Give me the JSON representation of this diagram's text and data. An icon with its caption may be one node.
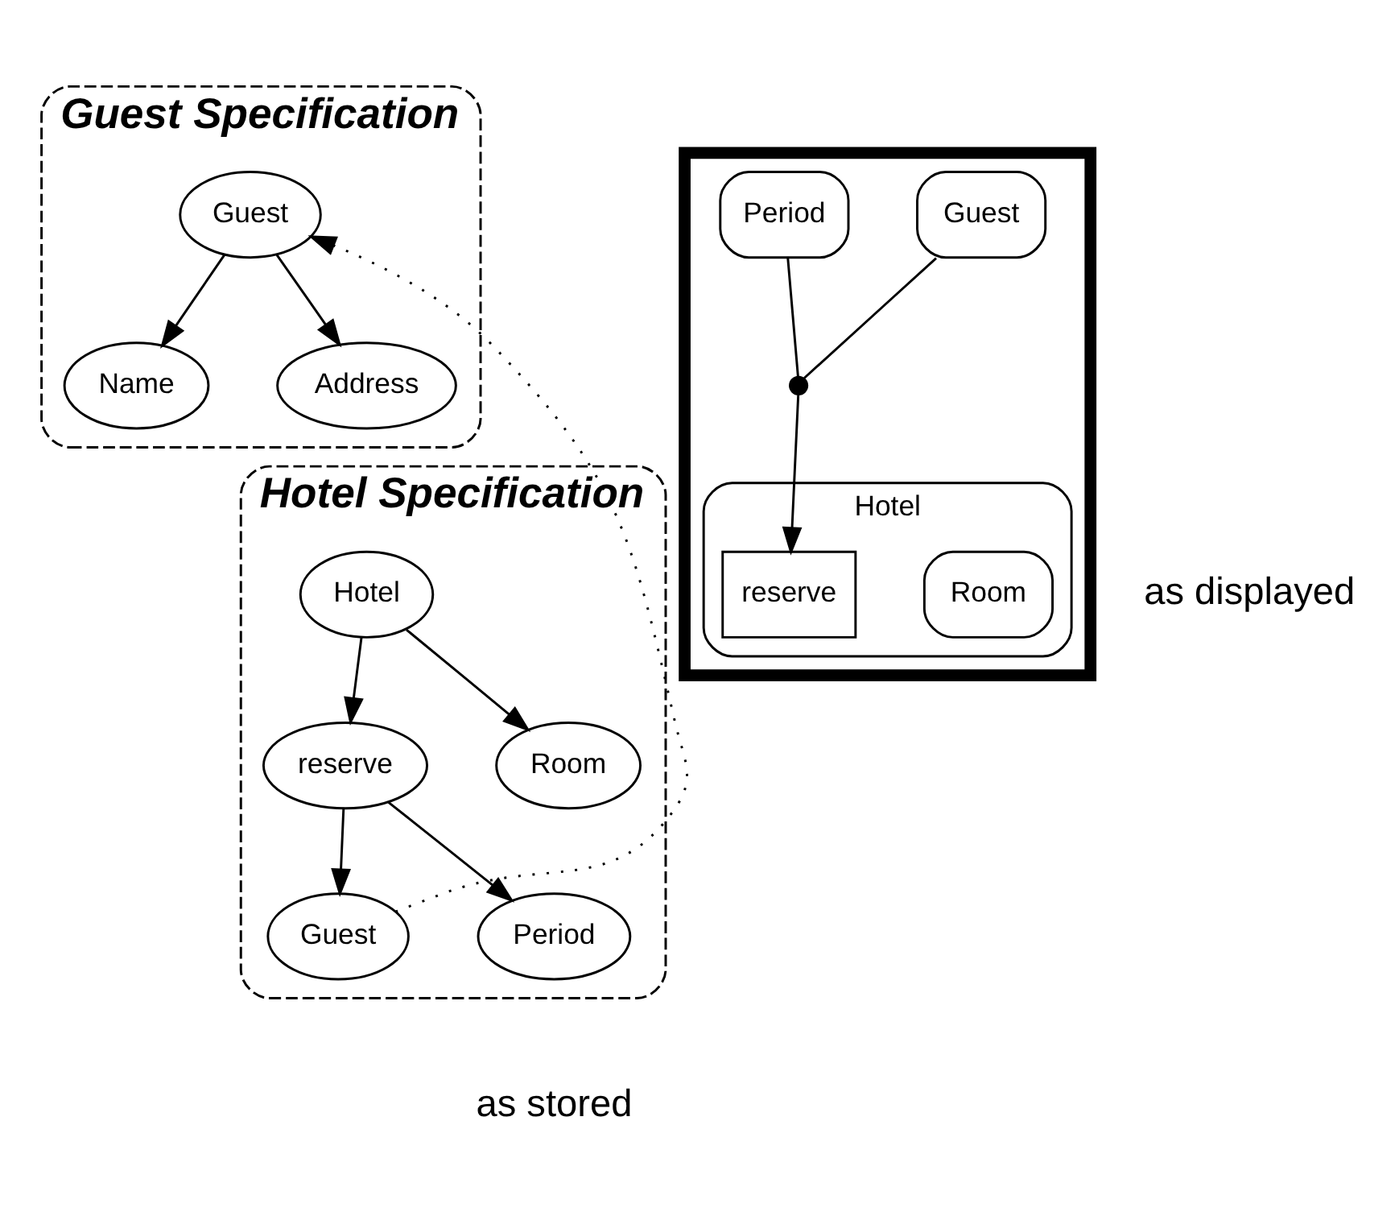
{
  "diagram": {
    "nodes": [
      {
        "text": [
          "Guest Specification"
        ]
      },
      {
        "text": [
          "Guest"
        ],
        "in": 0
      },
      {
        "text": [
          "Name"
        ],
        "in": 0
      },
      {
        "text": [
          "Address"
        ],
        "in": 0
      },
      {
        "text": [
          "Hotel Specification"
        ],
        "beside": [
          "as stored"
        ]
      },
      {
        "text": [
          "Hotel"
        ],
        "in": 4
      },
      {
        "text": [
          "reserve"
        ],
        "in": 4
      },
      {
        "text": [
          "Room"
        ],
        "in": 4
      },
      {
        "text": [
          "Guest"
        ],
        "in": 4
      },
      {
        "text": [
          "Period"
        ],
        "in": 4
      },
      {
        "text": [],
        "shape": "box",
        "beside": [
          "as displayed"
        ]
      },
      {
        "text": [
          "Hotel"
        ],
        "in": 10
      },
      {
        "text": [
          "Room"
        ],
        "in": 11
      },
      {
        "text": [
          "reserve"
        ],
        "in": 11
      },
      {
        "text": [
          "Guest"
        ],
        "in": 10
      },
      {
        "text": [
          "Period"
        ],
        "in": 10
      },
      {
        "text": [],
        "shape": "circle",
        "in": 10
      }
    ],
    "edges": [
      {
        "from": 1,
        "to": 2,
        "arrow": "to"
      },
      {
        "from": 1,
        "to": 3,
        "arrow": "to"
      },
      {
        "from": 5,
        "to": 6,
        "arrow": "to"
      },
      {
        "from": 5,
        "to": 7,
        "arrow": "to"
      },
      {
        "from": 6,
        "to": 8,
        "arrow": "to"
      },
      {
        "from": 6,
        "to": 9,
        "arrow": "to"
      },
      {
        "from": 8,
        "to": 1,
        "arrow": "to",
        "style": "dashed"
      },
      {
        "from": 14,
        "to": 16,
        "arrow": "none"
      },
      {
        "from": 15,
        "to": 16,
        "arrow": "none"
      },
      {
        "from": 16,
        "to": 13,
        "arrow": "to"
      }
    ]
  }
}
